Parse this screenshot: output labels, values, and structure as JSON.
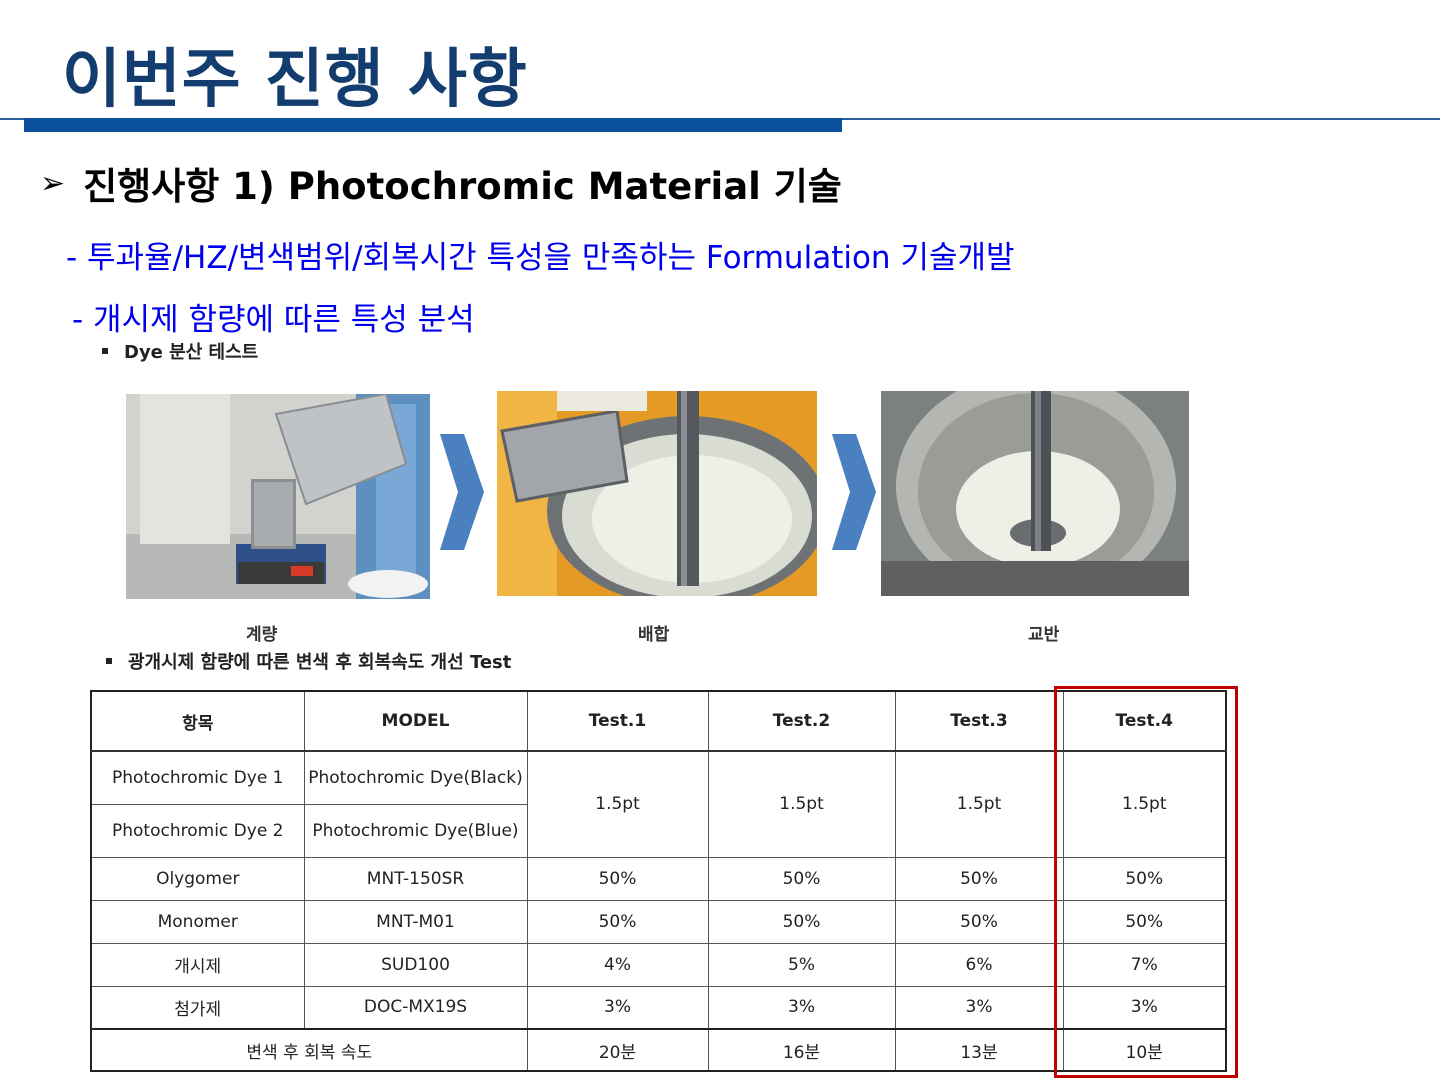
{
  "page": {
    "title": "이번주 진행 사항",
    "heading_marker": "➢",
    "heading": "진행사항 1) Photochromic Material 기술",
    "bullet1": "- 투과율/HZ/변색범위/회복시간 특성을 만족하는 Formulation 기술개발",
    "bullet2": "- 개시제 함량에 따른 특성 분석",
    "sub_bullet1": "Dye 분산 테스트",
    "sub_bullet2": "광개시제 함량에 따른 변색 후 회복속도 개선 Test"
  },
  "photos": [
    {
      "label": "계량"
    },
    {
      "label": "배합"
    },
    {
      "label": "교반"
    }
  ],
  "table": {
    "headers": [
      "항목",
      "MODEL",
      "Test.1",
      "Test.2",
      "Test.3",
      "Test.4"
    ],
    "dye_rows": [
      {
        "item": "Photochromic Dye 1",
        "model": "Photochromic Dye(Black)"
      },
      {
        "item": "Photochromic Dye 2",
        "model": "Photochromic Dye(Blue)"
      }
    ],
    "dye_values": [
      "1.5pt",
      "1.5pt",
      "1.5pt",
      "1.5pt"
    ],
    "rows": [
      {
        "item": "Olygomer",
        "model": "MNT-150SR",
        "values": [
          "50%",
          "50%",
          "50%",
          "50%"
        ]
      },
      {
        "item": "Monomer",
        "model": "MNT-M01",
        "values": [
          "50%",
          "50%",
          "50%",
          "50%"
        ]
      },
      {
        "item": "개시제",
        "model": "SUD100",
        "values": [
          "4%",
          "5%",
          "6%",
          "7%"
        ]
      },
      {
        "item": "첨가제",
        "model": "DOC-MX19S",
        "values": [
          "3%",
          "3%",
          "3%",
          "3%"
        ]
      }
    ],
    "recovery": {
      "label": "변색 후 회복 속도",
      "values": [
        "20분",
        "16분",
        "13분",
        "10분"
      ]
    }
  },
  "colors": {
    "title": "#133d6e",
    "bar": "#0a4f9a",
    "bullet": "#0000ee",
    "highlight": "#c00000",
    "arrow": "#4a7fc0"
  }
}
